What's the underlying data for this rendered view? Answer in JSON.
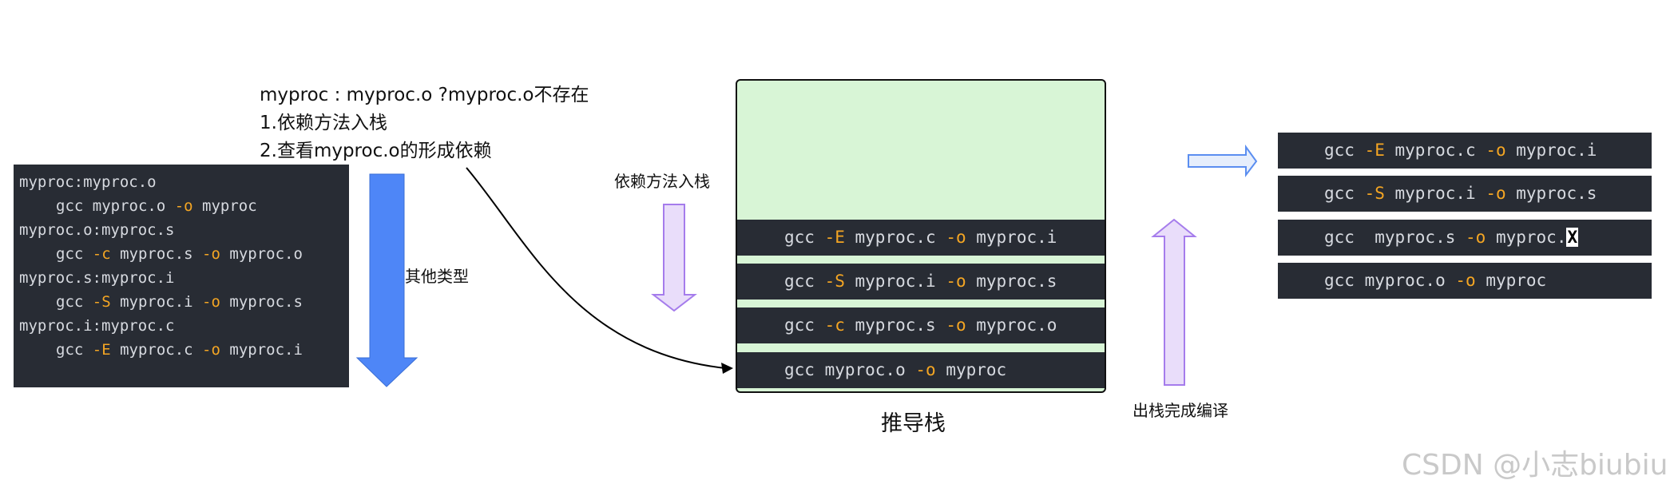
{
  "colors": {
    "option": "#f5a623",
    "code_bg": "#282c34",
    "stack_bg": "#d8f5d6",
    "blue_arrow": "#4e86f7",
    "purple_arrow": "#e9ddfa"
  },
  "makefile": {
    "lines": [
      {
        "text": "myproc:myproc.o"
      },
      {
        "pre": "gcc myproc.o ",
        "opt": "-o",
        "post": " myproc"
      },
      {
        "text": "myproc.o:myproc.s"
      },
      {
        "pre": "gcc ",
        "opt": "-c",
        "post": " myproc.s ",
        "opt2": "-o",
        "post2": " myproc.o"
      },
      {
        "text": "myproc.s:myproc.i"
      },
      {
        "pre": "gcc ",
        "opt": "-S",
        "post": " myproc.i ",
        "opt2": "-o",
        "post2": " myproc.s"
      },
      {
        "text": "myproc.i:myproc.c"
      },
      {
        "pre": "gcc ",
        "opt": "-E",
        "post": " myproc.c ",
        "opt2": "-o",
        "post2": " myproc.i"
      }
    ]
  },
  "blue_arrow_label": "其他类型",
  "note": {
    "line1": "myproc : myproc.o ?myproc.o不存在",
    "line2": "1.依赖方法入栈",
    "line3": "2.查看myproc.o的形成依赖"
  },
  "push_label": "依赖方法入栈",
  "stack": {
    "title": "推导栈",
    "rows": [
      {
        "pre": "gcc ",
        "opt": "-E",
        "post": " myproc.c ",
        "opt2": "-o",
        "post2": " myproc.i"
      },
      {
        "pre": "gcc ",
        "opt": "-S",
        "post": " myproc.i ",
        "opt2": "-o",
        "post2": " myproc.s"
      },
      {
        "pre": "gcc ",
        "opt": "-c",
        "post": " myproc.s ",
        "opt2": "-o",
        "post2": " myproc.o"
      },
      {
        "pre": "gcc myproc.o ",
        "opt": "-o",
        "post": " myproc"
      }
    ]
  },
  "pop_label": "出栈完成编译",
  "output": {
    "rows": [
      {
        "pre": "gcc ",
        "opt": "-E",
        "post": " myproc.c ",
        "opt2": "-o",
        "post2": " myproc.i"
      },
      {
        "pre": "gcc ",
        "opt": "-S",
        "post": " myproc.i ",
        "opt2": "-o",
        "post2": " myproc.s"
      },
      {
        "pre": "gcc  myproc.s ",
        "opt": "-o",
        "post": " myproc.",
        "cursor": "X"
      },
      {
        "pre": "gcc myproc.o ",
        "opt": "-o",
        "post": " myproc"
      }
    ]
  },
  "watermark": "CSDN @小志biubiu"
}
